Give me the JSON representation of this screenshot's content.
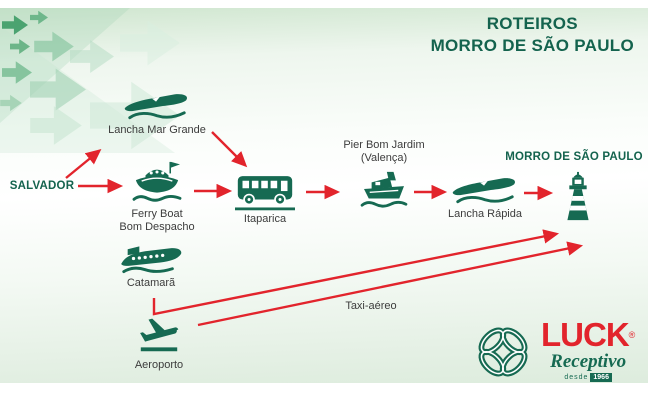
{
  "title": {
    "line1": "ROTEIROS",
    "line2": "MORRO DE SÃO PAULO"
  },
  "nodes": {
    "salvador": {
      "label": "SALVADOR"
    },
    "lancha_mar_grande": {
      "label": "Lancha Mar Grande",
      "icon": "speedboat-icon"
    },
    "ferry_boat": {
      "label": "Ferry Boat",
      "label2": "Bom Despacho",
      "icon": "ferry-icon"
    },
    "itaparica": {
      "label": "Itaparica",
      "icon": "bus-icon"
    },
    "pier_bom_jardim": {
      "label": "Pier Bom Jardim",
      "label2": "(Valença)",
      "icon": "pier-ferry-icon"
    },
    "lancha_rapida": {
      "label": "Lancha Rápida",
      "icon": "speedboat-icon"
    },
    "morro_de_sao_paulo": {
      "label": "MORRO DE SÃO PAULO",
      "icon": "lighthouse-icon"
    },
    "catamara": {
      "label": "Catamarã",
      "icon": "catamaran-icon"
    },
    "aeroporto": {
      "label": "Aeroporto",
      "icon": "airplane-takeoff-icon"
    },
    "taxi_aereo": {
      "label": "Taxi-aéreo"
    }
  },
  "edges": [
    {
      "from": "Salvador",
      "to": "Lancha Mar Grande"
    },
    {
      "from": "Salvador",
      "to": "Ferry Boat Bom Despacho"
    },
    {
      "from": "Lancha Mar Grande",
      "to": "Itaparica"
    },
    {
      "from": "Ferry Boat Bom Despacho",
      "to": "Itaparica"
    },
    {
      "from": "Itaparica",
      "to": "Pier Bom Jardim (Valença)"
    },
    {
      "from": "Pier Bom Jardim (Valença)",
      "to": "Lancha Rápida"
    },
    {
      "from": "Lancha Rápida",
      "to": "Morro de São Paulo"
    },
    {
      "from": "Catamarã",
      "to": "Morro de São Paulo"
    },
    {
      "from": "Aeroporto",
      "to": "Morro de São Paulo",
      "label": "Taxi-aéreo"
    }
  ],
  "logo": {
    "brand": "LUCK",
    "registered": "®",
    "sub": "Receptivo",
    "since_label": "desde",
    "since_year": "1966"
  },
  "colors": {
    "green": "#166a52",
    "dark_green_text": "#14634e",
    "red": "#e2242c",
    "label_gray": "#3c3c3c"
  }
}
